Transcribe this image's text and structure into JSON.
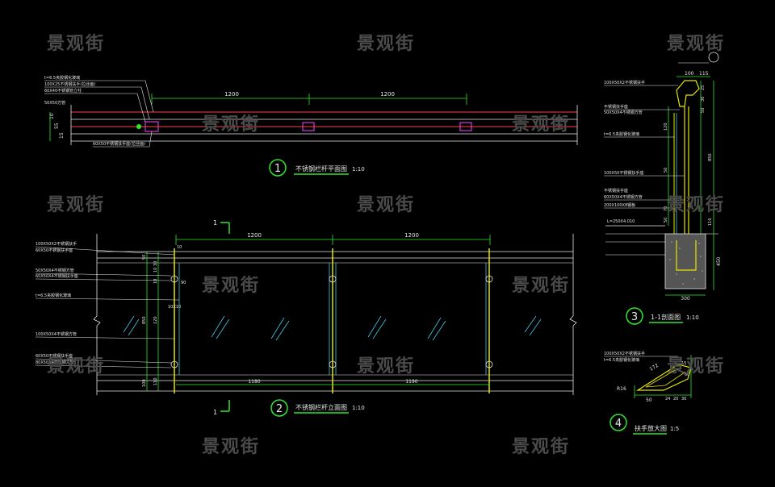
{
  "watermark": "景观街",
  "colors": {
    "dim": "#2ee62e",
    "leader": "#e6e6e6",
    "rail": "#cc3333",
    "post": "#e6e600",
    "glass": "#40c8e6",
    "white": "#ffffff",
    "magenta": "#ff40ff",
    "cyan": "#40e6e6"
  },
  "titles": {
    "t1": {
      "num": "1",
      "text": "不锈钢栏杆平面图",
      "scale": "1:10"
    },
    "t2": {
      "num": "2",
      "text": "不锈钢栏杆立面图",
      "scale": "1:10"
    },
    "t3": {
      "num": "3",
      "text": "1-1剖面图",
      "scale": "1:10"
    },
    "t4": {
      "num": "4",
      "text": "扶手放大图",
      "scale": "1:5"
    }
  },
  "plan": {
    "dim_top": [
      "1200",
      "1200"
    ],
    "dim_left": [
      "10",
      "55",
      "15"
    ],
    "notes": [
      "t=6.5夹胶钢化玻璃",
      "100X25不锈钢扶手(拉丝面)",
      "60X40不锈钢管立柱",
      "50X50方管",
      "60X50不锈钢扶手座(拉丝面)"
    ]
  },
  "elevation": {
    "dim_top": [
      "1200",
      "1200"
    ],
    "dim_bottom": [
      "1180",
      "1190"
    ],
    "section_mark": "1",
    "dim_left": [
      "50",
      "30",
      "10",
      "10",
      "850",
      "120",
      "110",
      "100"
    ],
    "notes": [
      "100X50X2不锈钢扶手",
      "60X50不锈钢扶手座",
      "50X50X4不锈钢方管",
      "60X50X4不锈钢扶手座",
      "t=6.5夹胶钢化玻璃",
      "100X50X4不锈钢方管",
      "60X50不锈钢扶手座",
      "80X50X4不锈钢方管"
    ],
    "center_dims": [
      "10",
      "10X10",
      "90"
    ]
  },
  "section": {
    "dim_top": [
      "100",
      "115"
    ],
    "dim_right": [
      "25",
      "30",
      "50",
      "850",
      "110",
      "450"
    ],
    "dim_left": [
      "120",
      "50",
      "70",
      "50"
    ],
    "dim_bottom": "300",
    "notes": [
      "100X50X2不锈钢扶手",
      "不锈钢扶手座",
      "50X50X4不锈钢方管",
      "t=6.5夹胶钢化玻璃",
      "100X50不锈钢扶手座",
      "不锈钢扶手座",
      "60X50X4不锈钢方管",
      "200X100X8钢板",
      "L=250X4.010"
    ]
  },
  "detail": {
    "dims": [
      "172",
      "15",
      "60",
      "R16",
      "50",
      "24",
      "20",
      "30"
    ],
    "notes": [
      "100X50X2不锈钢扶手",
      "t=6.5夹胶钢化玻璃"
    ]
  }
}
